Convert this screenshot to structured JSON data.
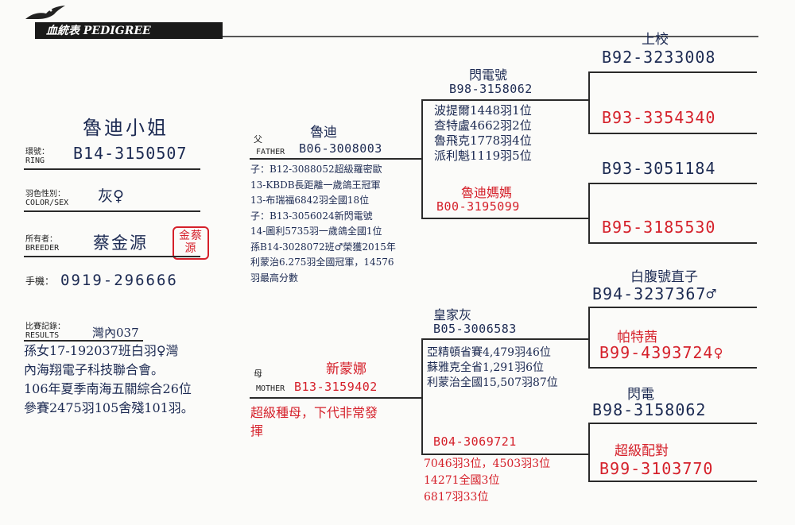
{
  "header": {
    "logo": "bird-logo-icon",
    "title": "血統表  PEDIGREE"
  },
  "bird": {
    "name": "魯迪小姐",
    "ring_label_cn": "環號：",
    "ring_label_en": "RING",
    "ring": "B14-3150507",
    "color_label_cn": "羽色性別：",
    "color_label_en": "COLOR/SEX",
    "color_sex": "灰♀",
    "breeder_label_cn": "所有者：",
    "breeder_label_en": "BREEDER",
    "breeder": "蔡金源",
    "seal": "金蔡源",
    "phone_label": "手機：",
    "phone": "0919-296666",
    "results_label_cn": "比賽記錄：",
    "results_label_en": "RESULTS",
    "results_first": "灣內037",
    "results_lines": [
      "孫女17-192037班白羽♀灣",
      "內海翔電子科技聯合會。",
      "106年夏季南海五關綜合26位",
      "參賽2475羽105舍殘101羽。"
    ]
  },
  "sire": {
    "label_cn": "父",
    "label_en": "FATHER",
    "name": "魯迪",
    "ring": "B06-3008003",
    "notes": [
      "子：B12-3088052超級羅密歐",
      "13-KBDB長距離一歲鴿王冠軍",
      "13-布瑞福6842羽全國18位",
      "子：B13-3056024新閃電號",
      "14-圖利5735羽一歲鴿全國1位",
      "孫B14-3028072班♂榮獲2015年",
      "利蒙治6.275羽全國冠軍，14576",
      "羽最高分數"
    ]
  },
  "dam": {
    "label_cn": "母",
    "label_en": "MOTHER",
    "name": "新蒙娜",
    "ring": "B13-3159402",
    "notes": [
      "超級種母，下代非常發",
      "揮"
    ]
  },
  "sire_sire": {
    "name": "閃電號",
    "ring": "B98-3158062",
    "notes": [
      "波提爾1448羽1位",
      "查特盧4662羽2位",
      "魯飛克1778羽4位",
      "派利魁1119羽5位"
    ]
  },
  "sire_dam": {
    "name": "魯迪媽媽",
    "ring": "B00-3195099"
  },
  "dam_sire": {
    "name": "皇家灰",
    "ring": "B05-3006583",
    "notes": [
      "亞精頓省賽4,479羽46位",
      "蘇雅克全省1,291羽6位",
      "利蒙治全國15,507羽87位"
    ]
  },
  "dam_dam": {
    "ring": "B04-3069721",
    "notes": [
      "7046羽3位，4503羽3位",
      "14271全國3位",
      "6817羽33位"
    ]
  },
  "ggp": {
    "ss_sire_name": "上校",
    "ss_sire_ring": "B92-3233008",
    "ss_dam_ring": "B93-3354340",
    "sd_sire_ring": "B93-3051184",
    "sd_dam_ring": "B95-3185530",
    "ds_sire_name": "白腹號直子",
    "ds_sire_ring": "B94-3237367♂",
    "ds_dam_name": "帕特茜",
    "ds_dam_ring": "B99-4393724♀",
    "dd_sire_name": "閃電",
    "dd_sire_ring": "B98-3158062",
    "dd_dam_name": "超級配對",
    "dd_dam_ring": "B99-3103770"
  },
  "colors": {
    "ink": "#1c2a52",
    "red": "#d5202a",
    "line": "#2a2a2a"
  }
}
